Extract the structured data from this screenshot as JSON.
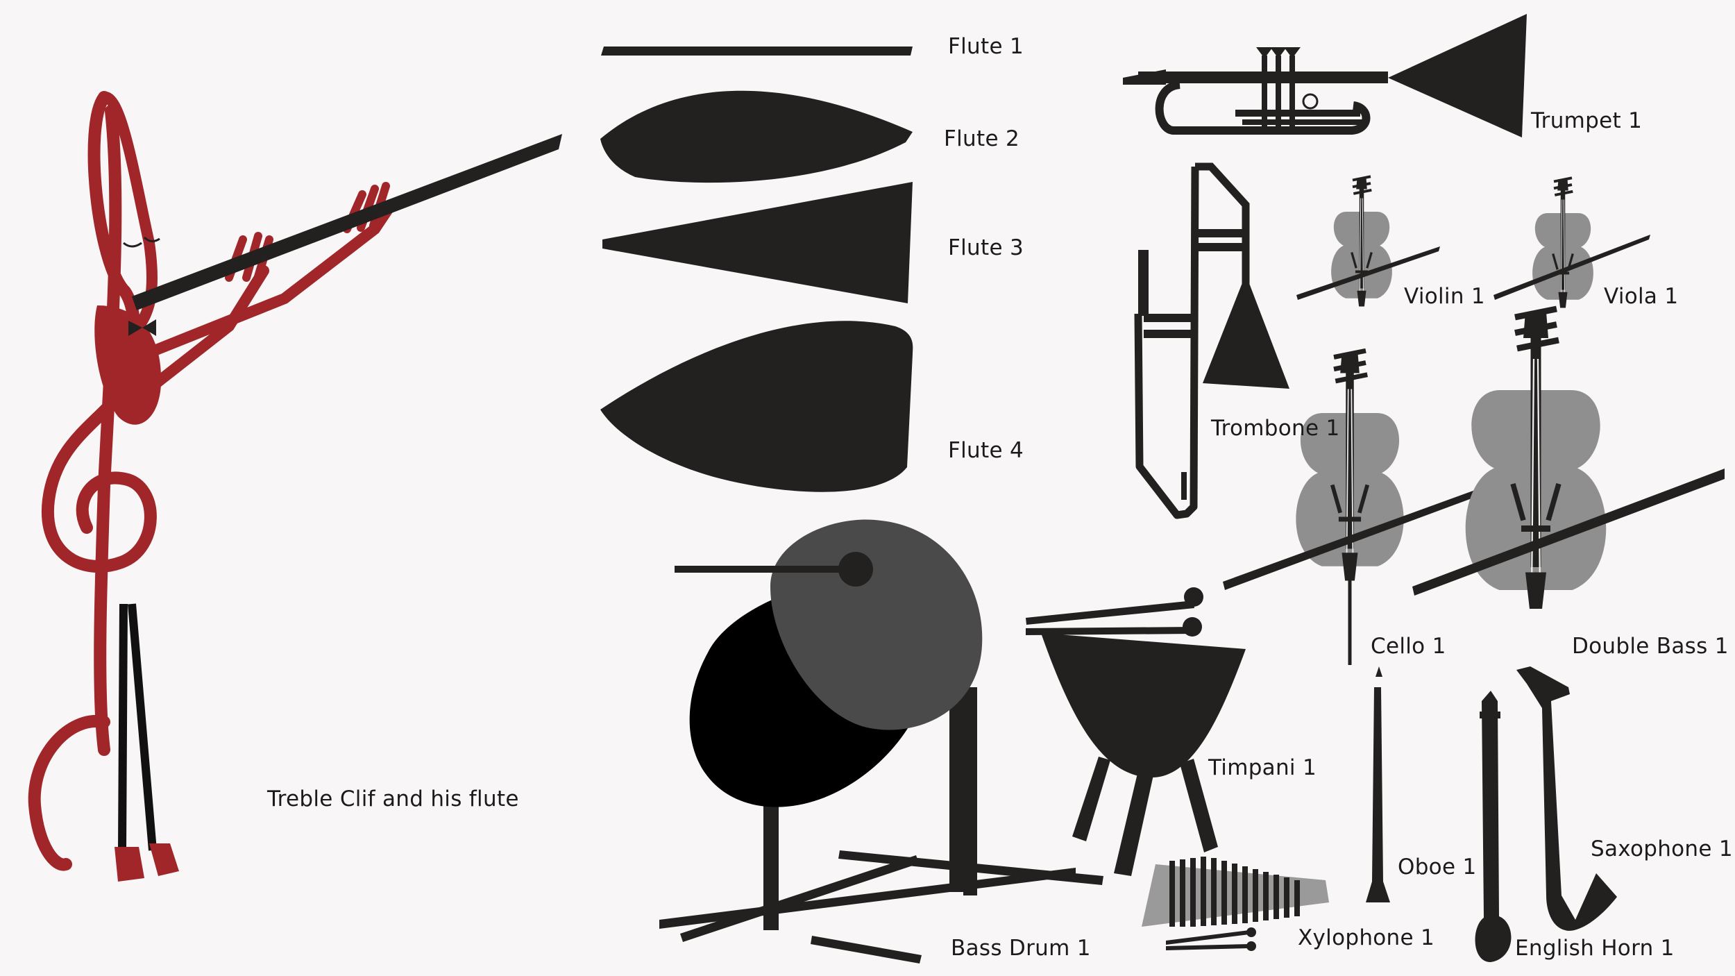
{
  "colors": {
    "background": "#f8f6f6",
    "ink": "#222120",
    "treble_clef_red": "#a0262a",
    "drum_head_grey": "#4a4a4a",
    "string_body_grey": "#8f8f8f",
    "xylophone_grey": "#9a9a9a"
  },
  "character": {
    "caption": "Treble Clif and his flute"
  },
  "flutes": [
    {
      "label": "Flute 1"
    },
    {
      "label": "Flute 2"
    },
    {
      "label": "Flute 3"
    },
    {
      "label": "Flute 4"
    }
  ],
  "brass": {
    "trumpet": "Trumpet 1",
    "trombone": "Trombone 1"
  },
  "strings": {
    "violin": "Violin 1",
    "viola": "Viola 1",
    "cello": "Cello 1",
    "double_bass": "Double Bass 1"
  },
  "percussion": {
    "bass_drum": "Bass Drum 1",
    "timpani": "Timpani 1",
    "xylophone": "Xylophone 1"
  },
  "woodwinds": {
    "oboe": "Oboe 1",
    "english_horn": "English Horn 1",
    "saxophone": "Saxophone 1"
  }
}
